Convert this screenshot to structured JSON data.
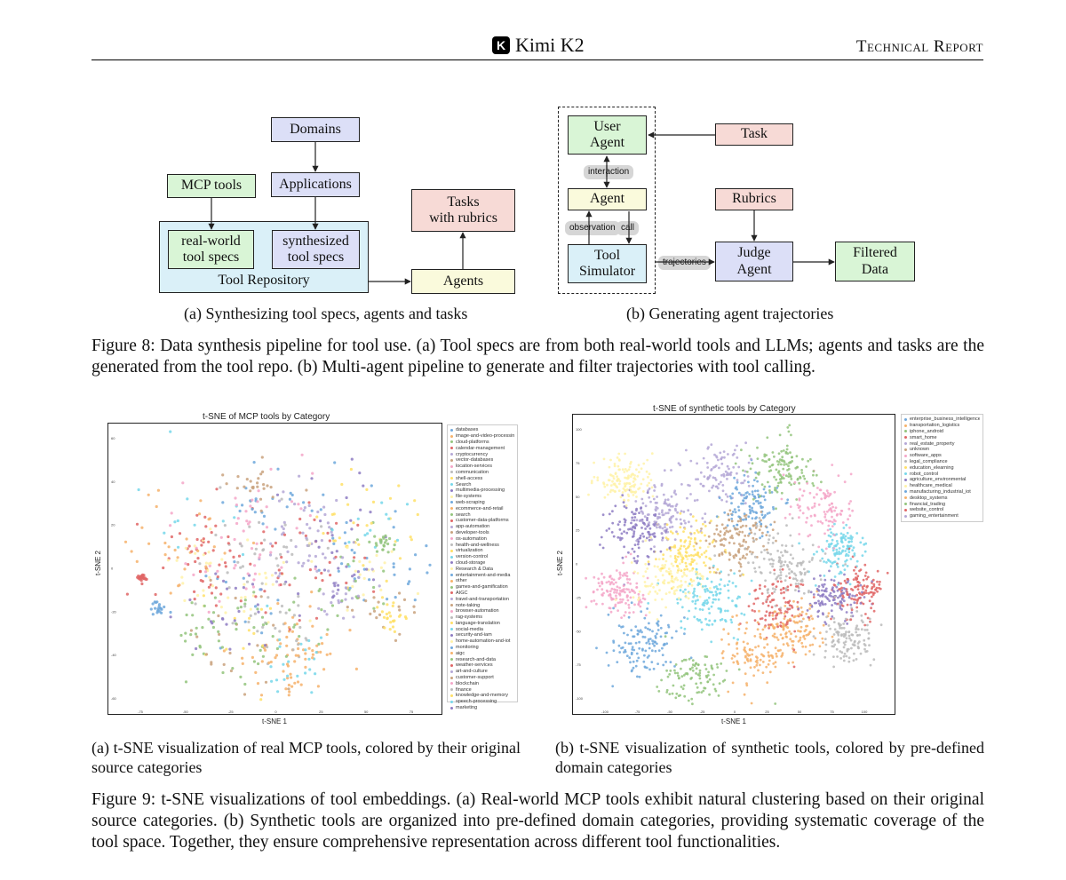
{
  "header": {
    "logo_letter": "K",
    "title": "Kimi K2",
    "report": "Technical Report"
  },
  "fig8": {
    "a": {
      "domains": "Domains",
      "mcp_tools": "MCP tools",
      "applications": "Applications",
      "real_world": "real-world\ntool specs",
      "synthesized": "synthesized\ntool specs",
      "tool_repository": "Tool Repository",
      "tasks": "Tasks\nwith rubrics",
      "agents": "Agents",
      "subcaption": "(a) Synthesizing tool specs, agents and tasks"
    },
    "b": {
      "user_agent": "User\nAgent",
      "task": "Task",
      "interaction": "interaction",
      "agent": "Agent",
      "observation": "observation",
      "call": "call",
      "tool_simulator": "Tool\nSimulator",
      "trajectories": "trajectories",
      "rubrics": "Rubrics",
      "judge_agent": "Judge\nAgent",
      "filtered_data": "Filtered\nData",
      "subcaption": "(b) Generating agent trajectories"
    },
    "caption": "Figure 8: Data synthesis pipeline for tool use. (a) Tool specs are from both real-world tools and LLMs; agents and tasks are the generated from the tool repo. (b) Multi-agent pipeline to generate and filter trajectories with tool calling."
  },
  "fig9": {
    "a": {
      "title": "t-SNE of MCP tools by Category",
      "xlabel": "t-SNE 1",
      "ylabel": "t-SNE 2",
      "xticks": [
        "-75",
        "-50",
        "-25",
        "0",
        "25",
        "50",
        "75"
      ],
      "yticks": [
        "60",
        "40",
        "20",
        "0",
        "-20",
        "-40",
        "-60"
      ],
      "legend": [
        "databases",
        "image-and-video-processing",
        "cloud-platforms",
        "calendar-management",
        "cryptocurrency",
        "vector-databases",
        "location-services",
        "communication",
        "shell-access",
        "Search",
        "multimedia-processing",
        "file-systems",
        "web-scraping",
        "ecommerce-and-retail",
        "search",
        "customer-data-platforms",
        "app-automation",
        "developer-tools",
        "os-automation",
        "health-and-wellness",
        "virtualization",
        "version-control",
        "cloud-storage",
        "Research & Data",
        "entertainment-and-media",
        "other",
        "games-and-gamification",
        "AIGC",
        "travel-and-transportation",
        "note-taking",
        "browser-automation",
        "rag-systems",
        "language-translation",
        "social-media",
        "security-and-iam",
        "home-automation-and-iot",
        "monitoring",
        "aigc",
        "research-and-data",
        "weather-services",
        "art-and-culture",
        "customer-support",
        "blockchain",
        "finance",
        "knowledge-and-memory",
        "speech-processing",
        "marketing"
      ],
      "subcaption": "(a) t-SNE visualization of real MCP tools, colored by their original source categories"
    },
    "b": {
      "title": "t-SNE of synthetic tools by Category",
      "xlabel": "t-SNE 1",
      "ylabel": "t-SNE 2",
      "xticks": [
        "-100",
        "-75",
        "-50",
        "-25",
        "0",
        "25",
        "50",
        "75",
        "100"
      ],
      "yticks": [
        "100",
        "75",
        "50",
        "25",
        "0",
        "-25",
        "-50",
        "-75",
        "-100"
      ],
      "legend": [
        "enterprise_business_intelligence",
        "transportation_logistics",
        "iphone_android",
        "smart_home",
        "real_estate_property",
        "unknown",
        "software_apps",
        "legal_compliance",
        "education_elearning",
        "robot_control",
        "agriculture_environmental",
        "healthcare_medical",
        "manufacturing_industrial_iot",
        "desktop_systems",
        "financial_trading",
        "website_control",
        "gaming_entertainment"
      ],
      "subcaption": "(b) t-SNE visualization of synthetic tools, colored by pre-defined domain categories"
    },
    "caption": "Figure 9: t-SNE visualizations of tool embeddings. (a) Real-world MCP tools exhibit natural clustering based on their original source categories. (b) Synthetic tools are organized into pre-defined domain categories, providing systematic coverage of the tool space. Together, they ensure comprehensive representation across different tool functionalities."
  },
  "palette": [
    "#6fa8dc",
    "#f6b26b",
    "#93c47d",
    "#e06666",
    "#b4a7d6",
    "#c9a27e",
    "#f4a6c8",
    "#bbbbbb",
    "#ffe066",
    "#76d7ea",
    "#8e7cc3",
    "#fff2a8"
  ]
}
